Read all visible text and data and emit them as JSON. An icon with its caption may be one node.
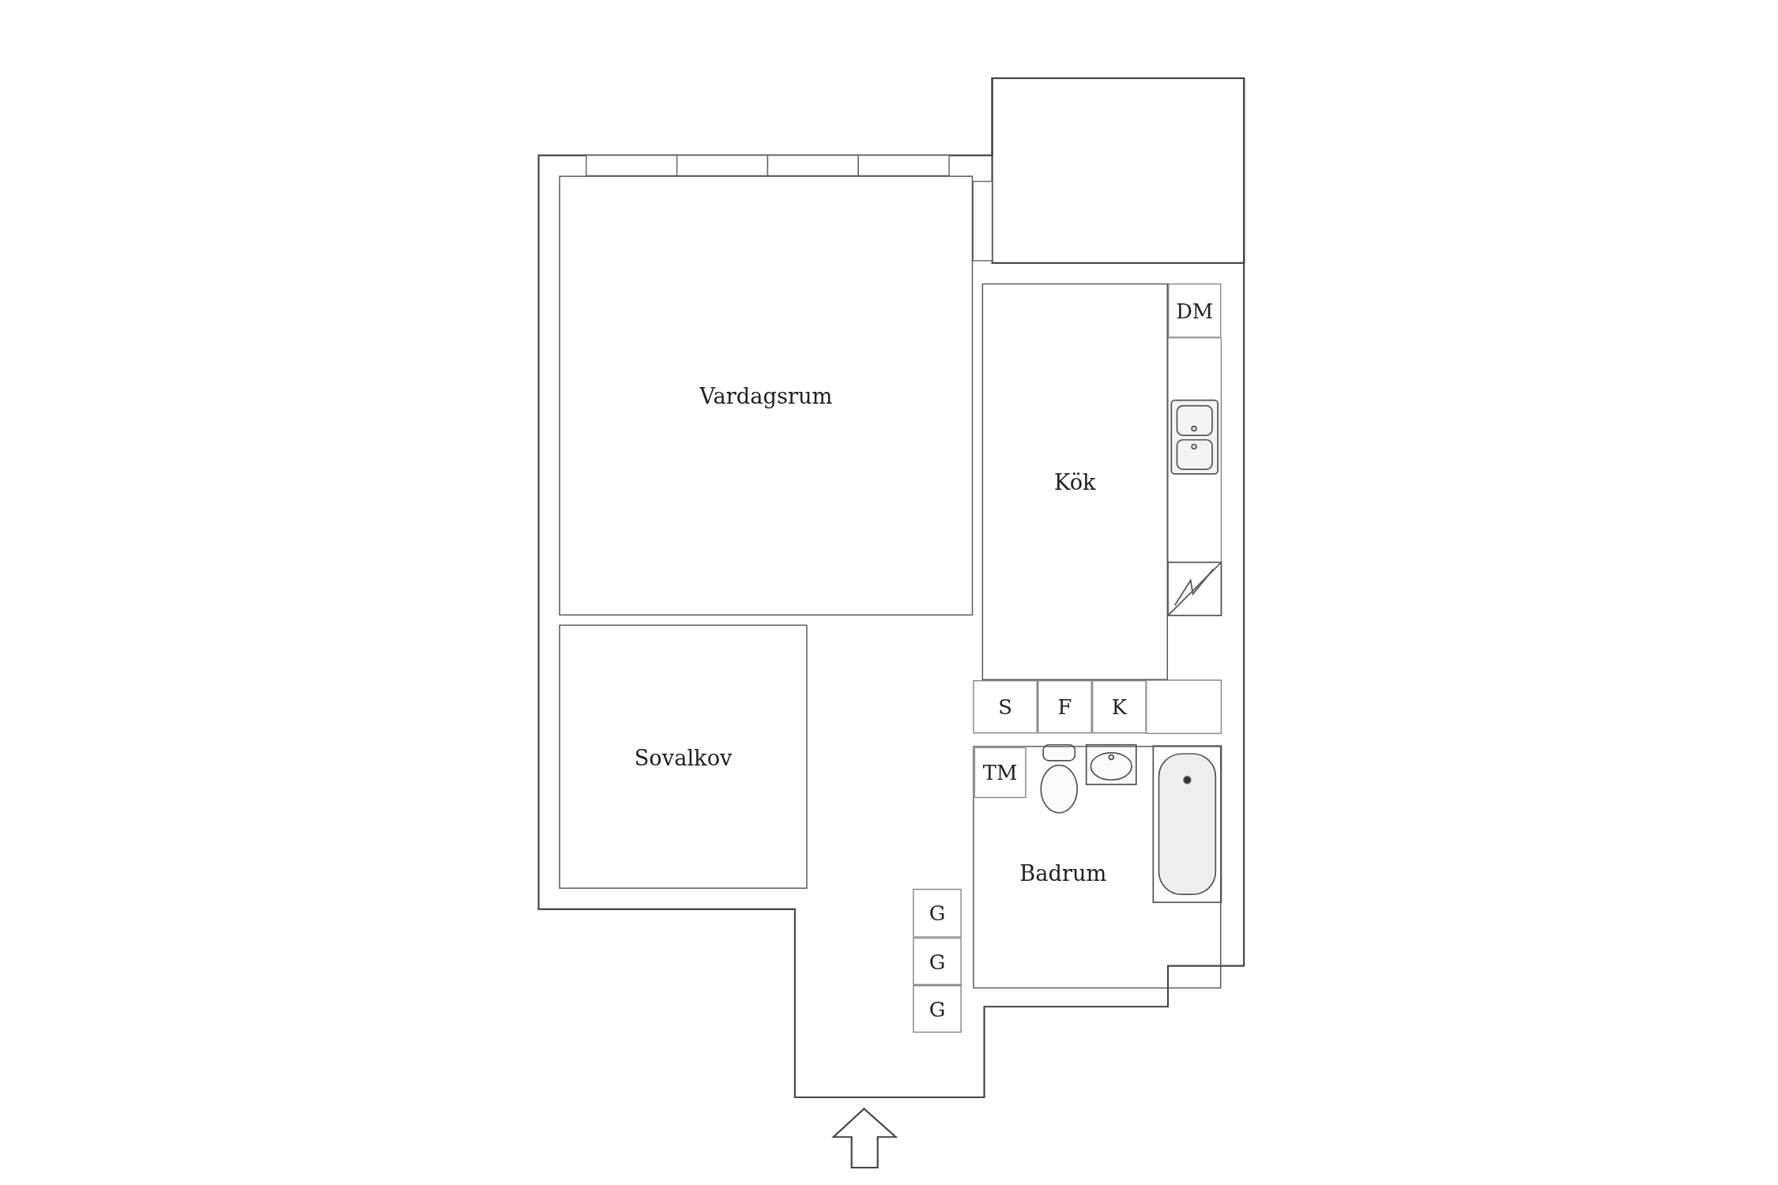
{
  "diagram": {
    "nodes": [
      {
        "text": [
          "Vardagsrum"
        ]
      },
      {
        "text": [
          "Kök"
        ]
      },
      {
        "text": [
          "DM"
        ]
      },
      {
        "text": [
          "S"
        ]
      },
      {
        "text": [
          "F"
        ]
      },
      {
        "text": [
          "K"
        ]
      },
      {
        "text": [
          "Sovalkov"
        ]
      },
      {
        "text": [
          "Badrum"
        ]
      },
      {
        "text": [
          "TM"
        ],
        "in": 7
      },
      {
        "text": [
          "G"
        ]
      },
      {
        "text": [
          "G"
        ]
      },
      {
        "text": [
          "G"
        ]
      }
    ]
  }
}
